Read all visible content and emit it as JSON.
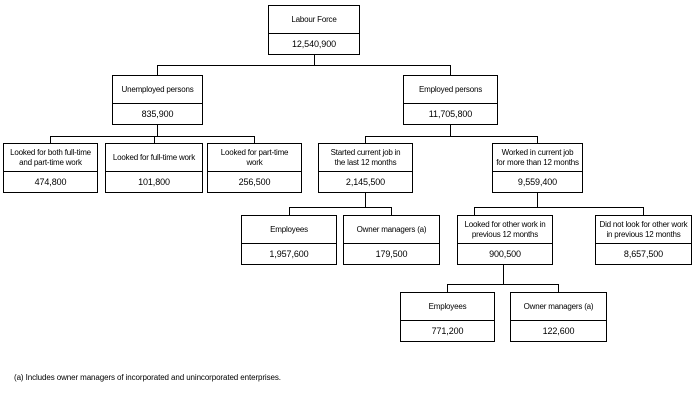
{
  "nodes": {
    "labour_force": {
      "label": "Labour Force",
      "value": "12,540,900"
    },
    "unemployed": {
      "label": "Unemployed persons",
      "value": "835,900"
    },
    "employed": {
      "label": "Employed persons",
      "value": "11,705,800"
    },
    "looked_both": {
      "label": "Looked for both full-time\nand part-time  work",
      "value": "474,800"
    },
    "looked_full_time": {
      "label": "Looked for full-time work",
      "value": "101,800"
    },
    "looked_part_time": {
      "label": "Looked for part-time\nwork",
      "value": "256,500"
    },
    "started_current_job": {
      "label": "Started current job in\nthe last 12 months",
      "value": "2,145,500"
    },
    "worked_current_job": {
      "label": "Worked in current job\nfor more than 12 months",
      "value": "9,559,400"
    },
    "employees_new": {
      "label": "Employees",
      "value": "1,957,600"
    },
    "owner_managers_new": {
      "label": "Owner managers (a)",
      "value": "179,500"
    },
    "looked_other_work": {
      "label": "Looked for other work in\nprevious 12 months",
      "value": "900,500"
    },
    "did_not_look_other_work": {
      "label": "Did not look for other work\nin previous 12 months",
      "value": "8,657,500"
    },
    "employees_other": {
      "label": "Employees",
      "value": "771,200"
    },
    "owner_managers_other": {
      "label": "Owner managers (a)",
      "value": "122,600"
    }
  },
  "footnote": "(a) Includes owner managers of incorporated and unincorporated enterprises."
}
